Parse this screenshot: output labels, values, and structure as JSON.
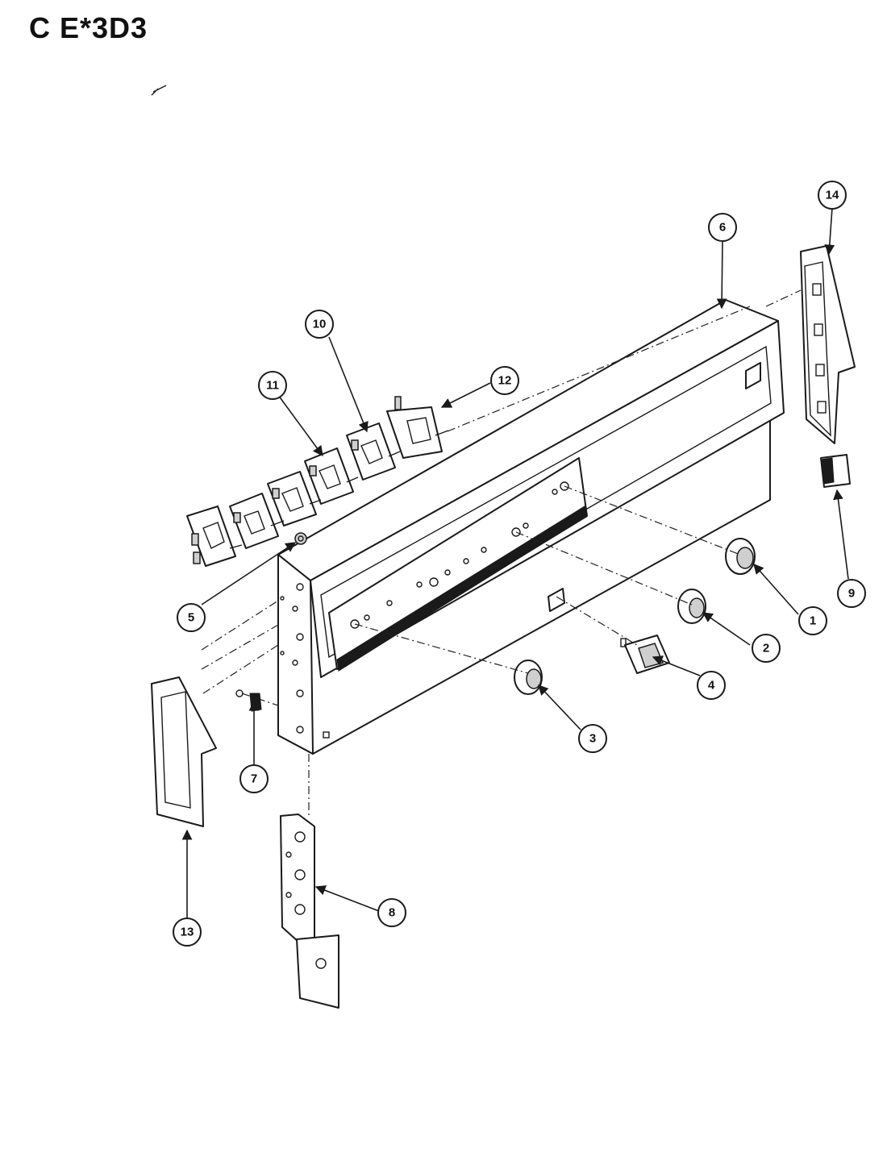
{
  "title": "C  E*3D3",
  "callouts": [
    {
      "label": "1",
      "part": "knob"
    },
    {
      "label": "2",
      "part": "knob"
    },
    {
      "label": "3",
      "part": "knob"
    },
    {
      "label": "4",
      "part": "rocker-switch"
    },
    {
      "label": "5",
      "part": "screw"
    },
    {
      "label": "6",
      "part": "control-panel"
    },
    {
      "label": "7",
      "part": "spring-screw"
    },
    {
      "label": "8",
      "part": "mounting-bracket"
    },
    {
      "label": "9",
      "part": "switch"
    },
    {
      "label": "10",
      "part": "infinite-switch"
    },
    {
      "label": "11",
      "part": "infinite-switch"
    },
    {
      "label": "12",
      "part": "selector-switch"
    },
    {
      "label": "13",
      "part": "left-end-cap"
    },
    {
      "label": "14",
      "part": "right-end-cap"
    }
  ]
}
